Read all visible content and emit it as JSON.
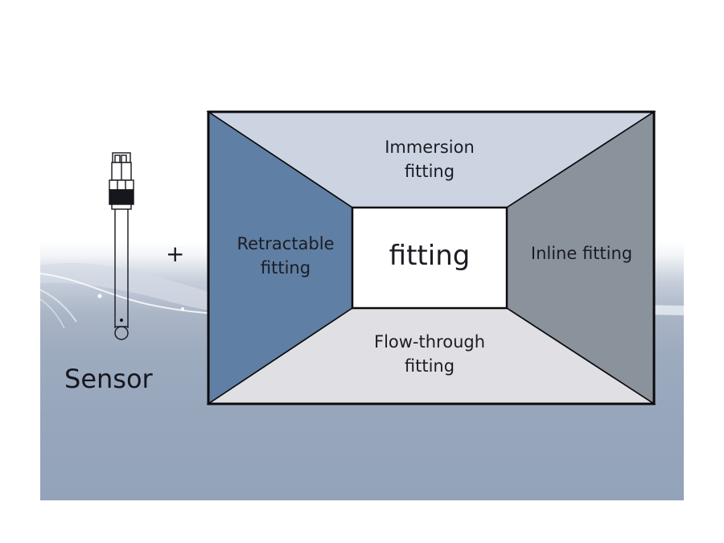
{
  "sensor": {
    "label": "Sensor",
    "icon": "ph-electrode-sensor-icon"
  },
  "operator": "+",
  "fitting_diagram": {
    "center": {
      "label": "fitting",
      "color": "#ffffff"
    },
    "top": {
      "label_line1": "Immersion",
      "label_line2": "fitting",
      "color": "#ccd4e2"
    },
    "left": {
      "label_line1": "Retractable",
      "label_line2": "fitting",
      "color": "#607fa4"
    },
    "right": {
      "label_line1": "Inline fitting",
      "color": "#8a929b"
    },
    "bottom": {
      "label_line1": "Flow-through",
      "label_line2": "fitting",
      "color": "#e0e0e4"
    },
    "outline_color": "#0b0b0d"
  },
  "background": {
    "top_color": "#ffffff",
    "bottom_color": "#93a3ba"
  }
}
